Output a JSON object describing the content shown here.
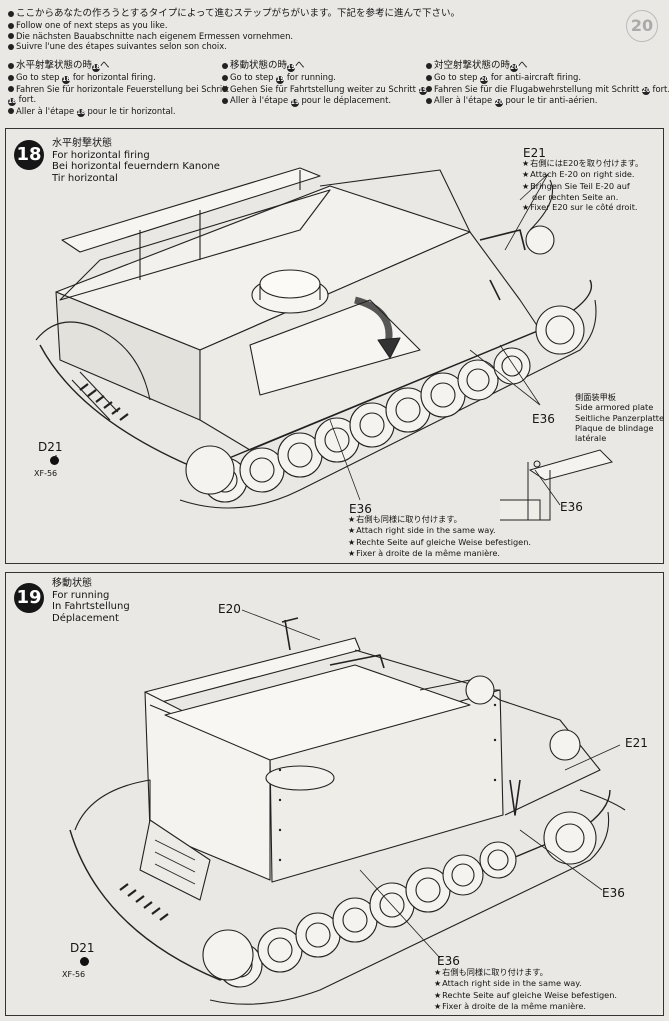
{
  "intro": {
    "lines": [
      "ここからあなたの作ろうとするタイプによって進むステップがちがいます。下記を参考に進んで下さい。",
      "Follow one of next steps as you like.",
      "Die nächsten Bauabschnitte nach eigenem Ermessen vornehmen.",
      "Suivre l'une des étapes suivantes selon son choix."
    ]
  },
  "options": [
    {
      "title_jp": "水平射撃状態の時",
      "title_jp_step": "18",
      "title_jp_suffix": "へ",
      "go_pre": "Go to step",
      "go_step": "18",
      "go_post": "for horizontal firing.",
      "de_pre": "Fahren Sie für horizontale Feuerstellung bei Schritt",
      "de_step": "18",
      "de_post": "fort.",
      "fr_pre": "Aller à l'étape",
      "fr_step": "18",
      "fr_post": "pour le tir horizontal."
    },
    {
      "title_jp": "移動状態の時",
      "title_jp_step": "19",
      "title_jp_suffix": "へ",
      "go_pre": "Go to step",
      "go_step": "19",
      "go_post": "for running.",
      "de_pre": "Gehen Sie für Fahrtstellung weiter zu Schritt",
      "de_step": "19",
      "de_post": ".",
      "fr_pre": "Aller à l'étape",
      "fr_step": "19",
      "fr_post": "pour le déplacement."
    },
    {
      "title_jp": "対空射撃状態の時",
      "title_jp_step": "20",
      "title_jp_suffix": "へ",
      "go_pre": "Go to step",
      "go_step": "20",
      "go_post": "for anti-aircraft firing.",
      "de_pre": "Fahren Sie für die Flugabwehrstellung mit Schritt",
      "de_step": "20",
      "de_post": "fort.",
      "fr_pre": "Aller à l'étape",
      "fr_step": "20",
      "fr_post": "pour le tir anti-aérien."
    }
  ],
  "step18": {
    "number": "18",
    "title_jp": "水平射撃状態",
    "title_en": "For horizontal firing",
    "title_de": "Bei horizontal feuerndern Kanone",
    "title_fr": "Tir horizontal",
    "e21": {
      "label": "E21",
      "jp": "右側にはE20を取り付けます。",
      "en": "Attach E-20 on right side.",
      "de1": "Bringen Sie Teil E-20 auf",
      "de2": "der rechten Seite an.",
      "fr": "Fixer E20 sur le côté droit."
    },
    "e36_label": "E36",
    "e36_bottom": {
      "label": "E36",
      "jp": "右側も同様に取り付けます。",
      "en": "Attach right side in the same way.",
      "de": "Rechte Seite auf gleiche Weise befestigen.",
      "fr": "Fixer à droite de la même manière."
    },
    "plate": {
      "jp": "側面装甲板",
      "en": "Side armored plate",
      "de": "Seitliche Panzerplatte",
      "fr1": "Plaque de blindage",
      "fr2": "latérale",
      "part": "E36"
    },
    "paint": {
      "part": "D21",
      "code": "XF-56"
    }
  },
  "step19": {
    "number": "19",
    "title_jp": "移動状態",
    "title_en": "For running",
    "title_de": "In Fahrtstellung",
    "title_fr": "Déplacement",
    "e20_label": "E20",
    "e21_label": "E21",
    "e36_label": "E36",
    "e36_bottom": {
      "label": "E36",
      "jp": "右側も同様に取り付けます。",
      "en": "Attach right side in the same way.",
      "de": "Rechte Seite auf gleiche Weise befestigen.",
      "fr": "Fixer à droite de la même manière."
    },
    "paint": {
      "part": "D21",
      "code": "XF-56"
    }
  },
  "page_badge": "20",
  "colors": {
    "ink": "#151515",
    "paper": "#e9e8e4",
    "step_circle": "#161616"
  }
}
